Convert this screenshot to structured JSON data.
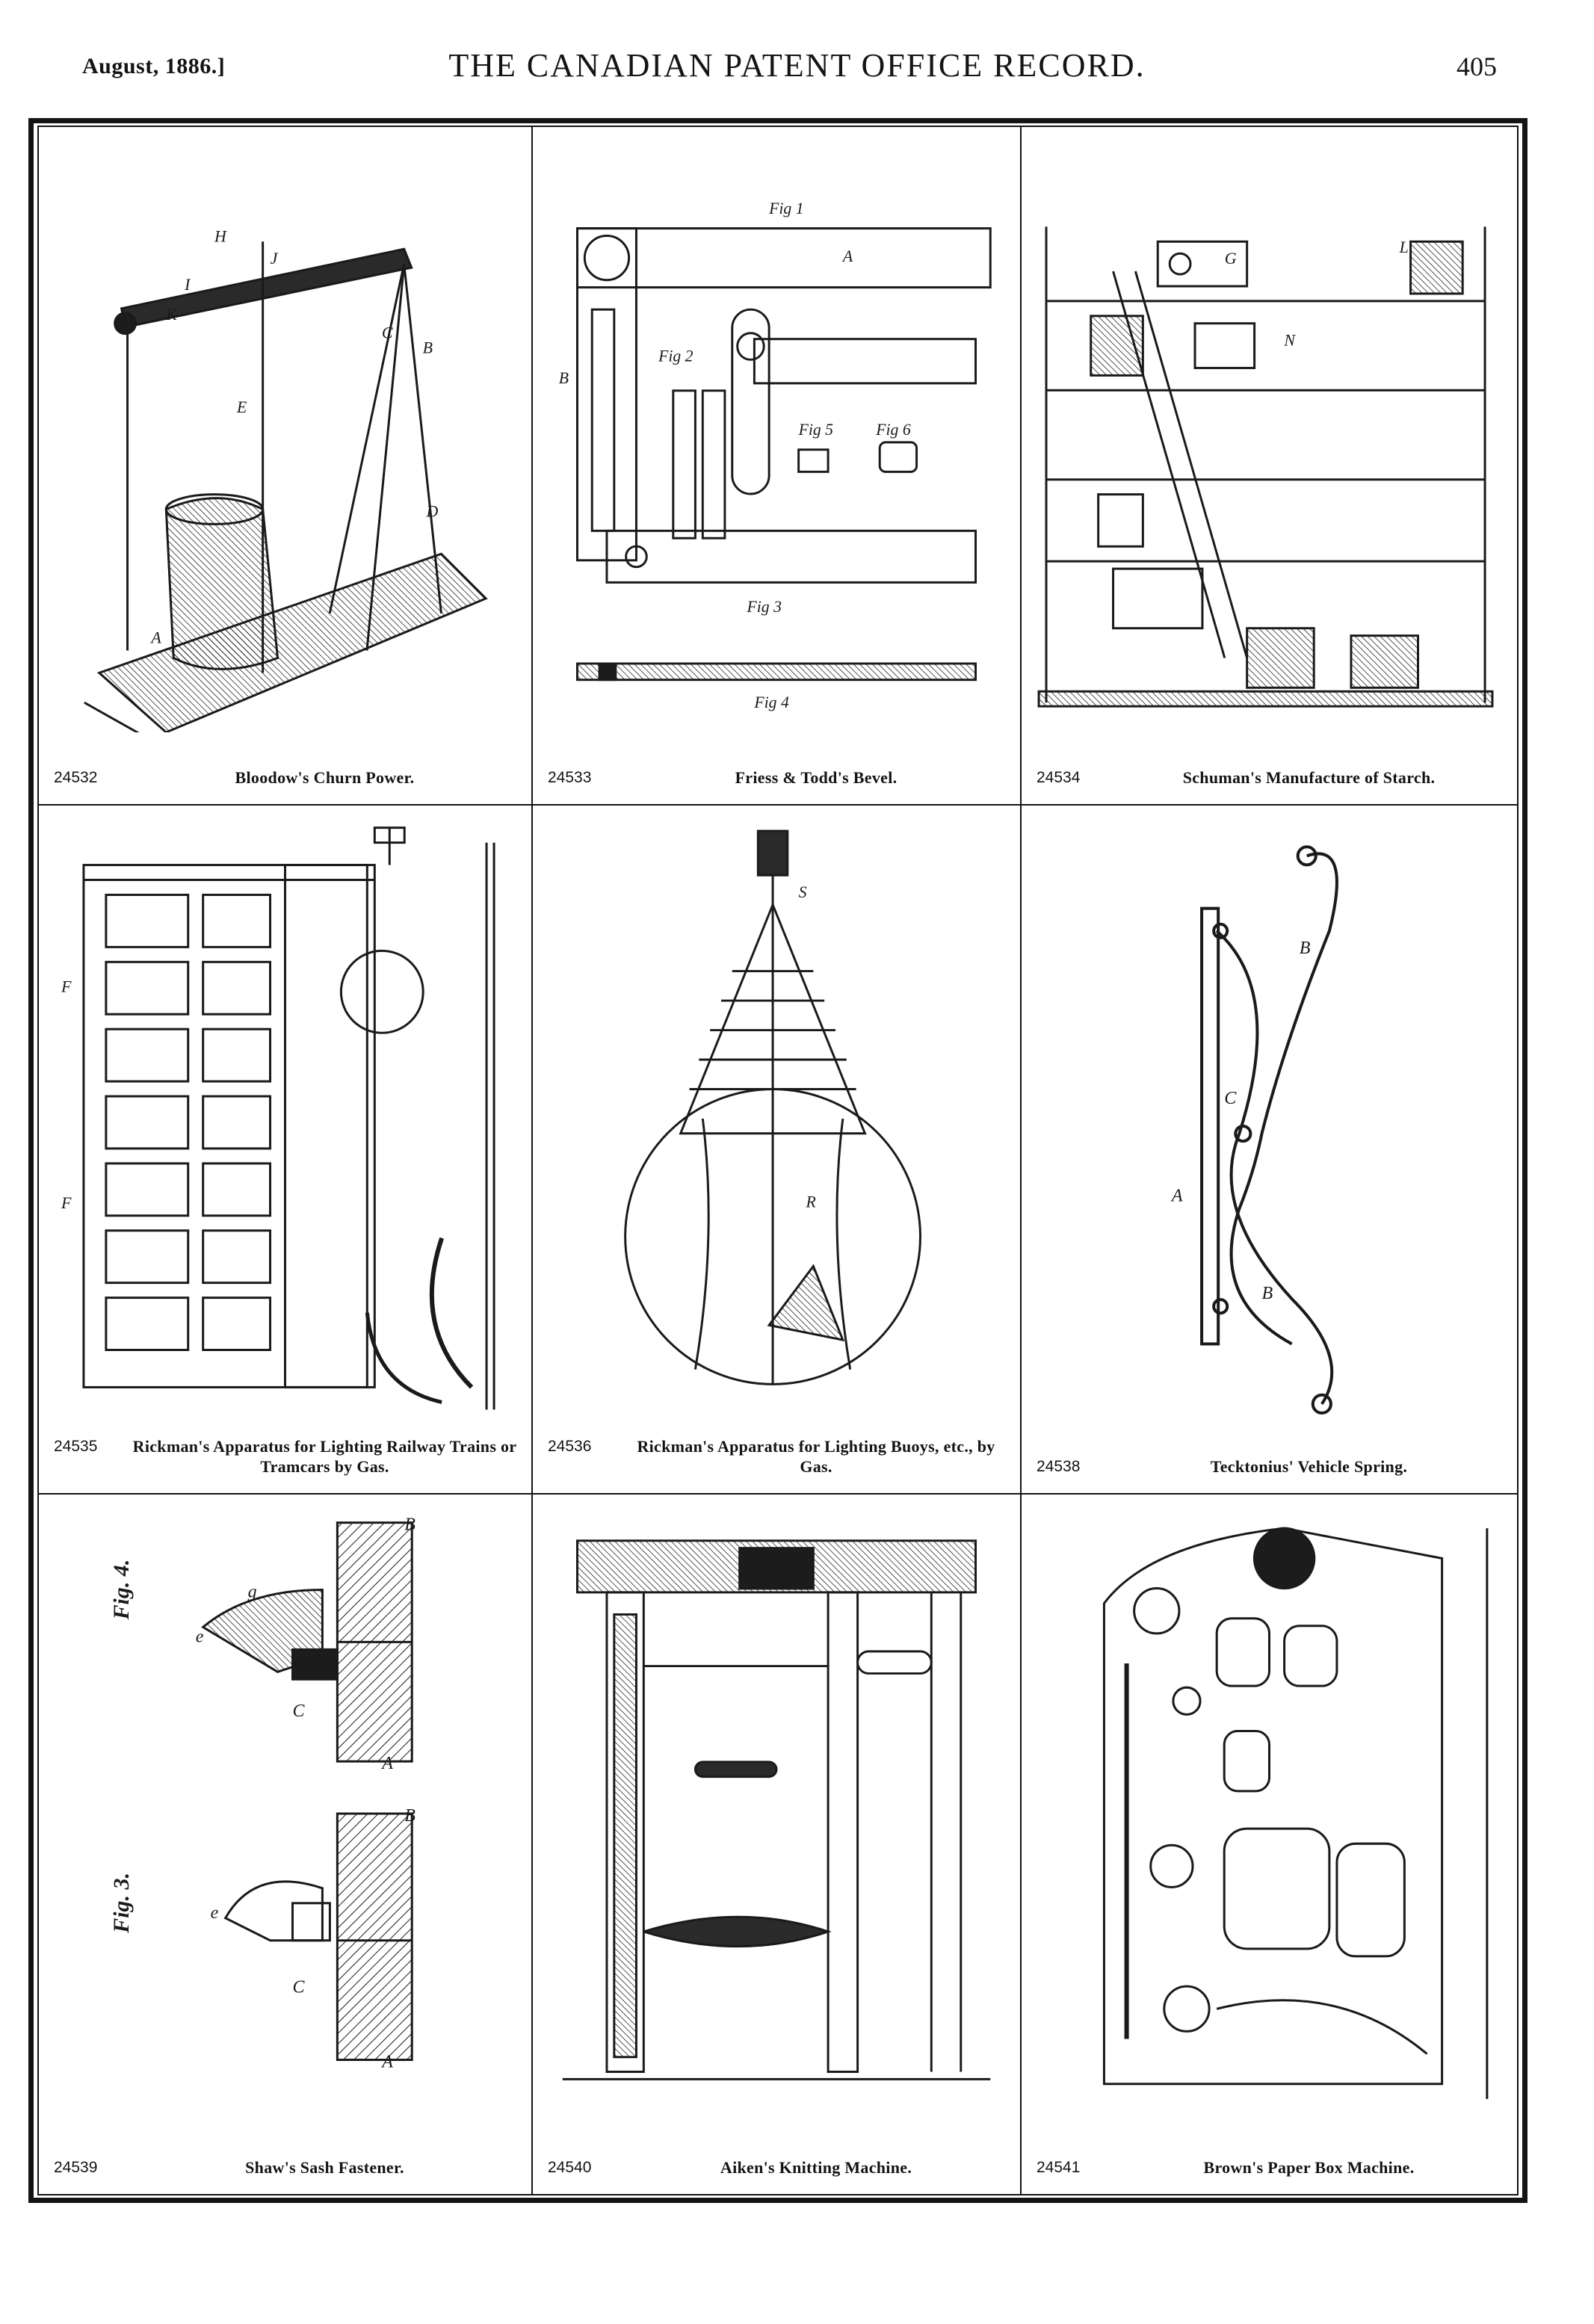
{
  "header": {
    "date": "August, 1886.]",
    "title": "THE CANADIAN PATENT OFFICE RECORD.",
    "page_number": "405"
  },
  "patents": [
    {
      "number": "24532",
      "title": "Bloodow's Churn Power.",
      "figure_labels": [
        "H",
        "J",
        "I",
        "K",
        "E",
        "C",
        "B",
        "D",
        "A"
      ]
    },
    {
      "number": "24533",
      "title": "Friess & Todd's Bevel.",
      "figure_labels": [
        "Fig 1",
        "Fig 2",
        "Fig 5",
        "Fig 6",
        "Fig 3",
        "Fig 4",
        "A",
        "B"
      ]
    },
    {
      "number": "24534",
      "title": "Schuman's Manufacture of Starch.",
      "figure_labels": [
        "G",
        "N",
        "L"
      ]
    },
    {
      "number": "24535",
      "title": "Rickman's Apparatus for Lighting Railway Trains or Tramcars by Gas.",
      "figure_labels": [
        "F",
        "F"
      ]
    },
    {
      "number": "24536",
      "title": "Rickman's Apparatus for Lighting Buoys, etc., by Gas.",
      "figure_labels": [
        "S",
        "R"
      ]
    },
    {
      "number": "24538",
      "title": "Tecktonius' Vehicle Spring.",
      "figure_labels": [
        "B",
        "C",
        "A",
        "B"
      ]
    },
    {
      "number": "24539",
      "title": "Shaw's Sash Fastener.",
      "figure_labels": [
        "Fig. 4.",
        "Fig. 3.",
        "B",
        "A",
        "C",
        "e",
        "g",
        "B",
        "A",
        "C",
        "e"
      ]
    },
    {
      "number": "24540",
      "title": "Aiken's Knitting Machine.",
      "figure_labels": []
    },
    {
      "number": "24541",
      "title": "Brown's Paper Box Machine.",
      "figure_labels": []
    }
  ]
}
